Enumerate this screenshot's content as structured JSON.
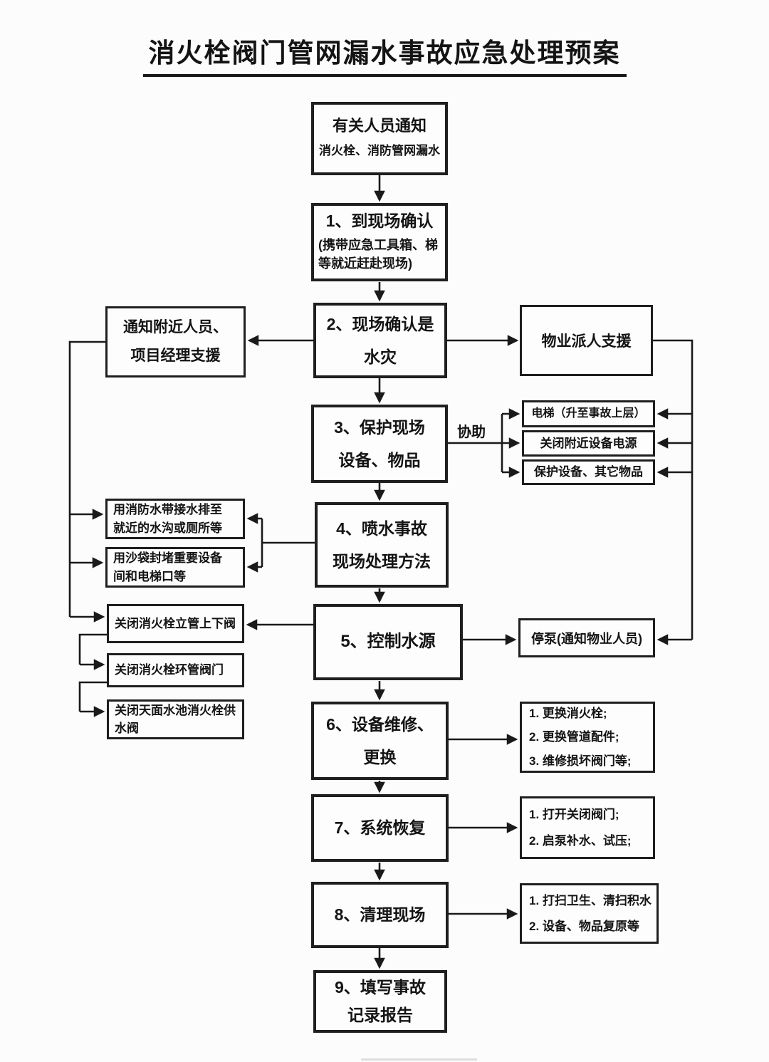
{
  "title": "消火栓阀门管网漏水事故应急处理预案",
  "labels": {
    "assist": "协助"
  },
  "colors": {
    "line": "#1a1a1a",
    "background": "#fcfcfc",
    "text": "#141414"
  },
  "nodes": {
    "notify": {
      "heading": "有关人员通知",
      "sub": "消火栓、消防管网漏水"
    },
    "step1": {
      "heading": "1、到现场确认",
      "sub": "(携带应急工具箱、梯\n等就近赶赴现场)"
    },
    "notify_nearby": {
      "label": "通知附近人员、\n项目经理支援"
    },
    "step2": {
      "heading": "2、现场确认是\n水灾"
    },
    "property_support": {
      "label": "物业派人支援"
    },
    "step3": {
      "heading": "3、保护现场\n设备、物品"
    },
    "elevator": {
      "label": "电梯（升至事故上层）"
    },
    "power_off": {
      "label": "关闭附近设备电源"
    },
    "protect_items": {
      "label": "保护设备、其它物品"
    },
    "step4": {
      "heading": "4、喷水事故\n现场处理方法"
    },
    "hose_drain": {
      "label": "用消防水带接水排至\n就近的水沟或厕所等"
    },
    "sandbag": {
      "label": "用沙袋封堵重要设备\n间和电梯口等"
    },
    "close_riser": {
      "label": "关闭消火栓立管上下阀"
    },
    "close_ring": {
      "label": "关闭消火栓环管阀门"
    },
    "close_roof": {
      "label": "关闭天面水池消火栓供\n水阀"
    },
    "step5": {
      "heading": "5、控制水源"
    },
    "stop_pump": {
      "label": "停泵(通知物业人员)"
    },
    "step6": {
      "heading": "6、设备维修、\n更换"
    },
    "repair_list": {
      "label": "1. 更换消火栓;\n2. 更换管道配件;\n3. 维修损坏阀门等;"
    },
    "step7": {
      "heading": "7、系统恢复"
    },
    "restore_list": {
      "label": "1. 打开关闭阀门;\n2. 启泵补水、试压;"
    },
    "step8": {
      "heading": "8、清理现场"
    },
    "clean_list": {
      "label": "1. 打扫卫生、清扫积水\n2. 设备、物品复原等"
    },
    "step9": {
      "heading": "9、填写事故\n记录报告"
    }
  }
}
